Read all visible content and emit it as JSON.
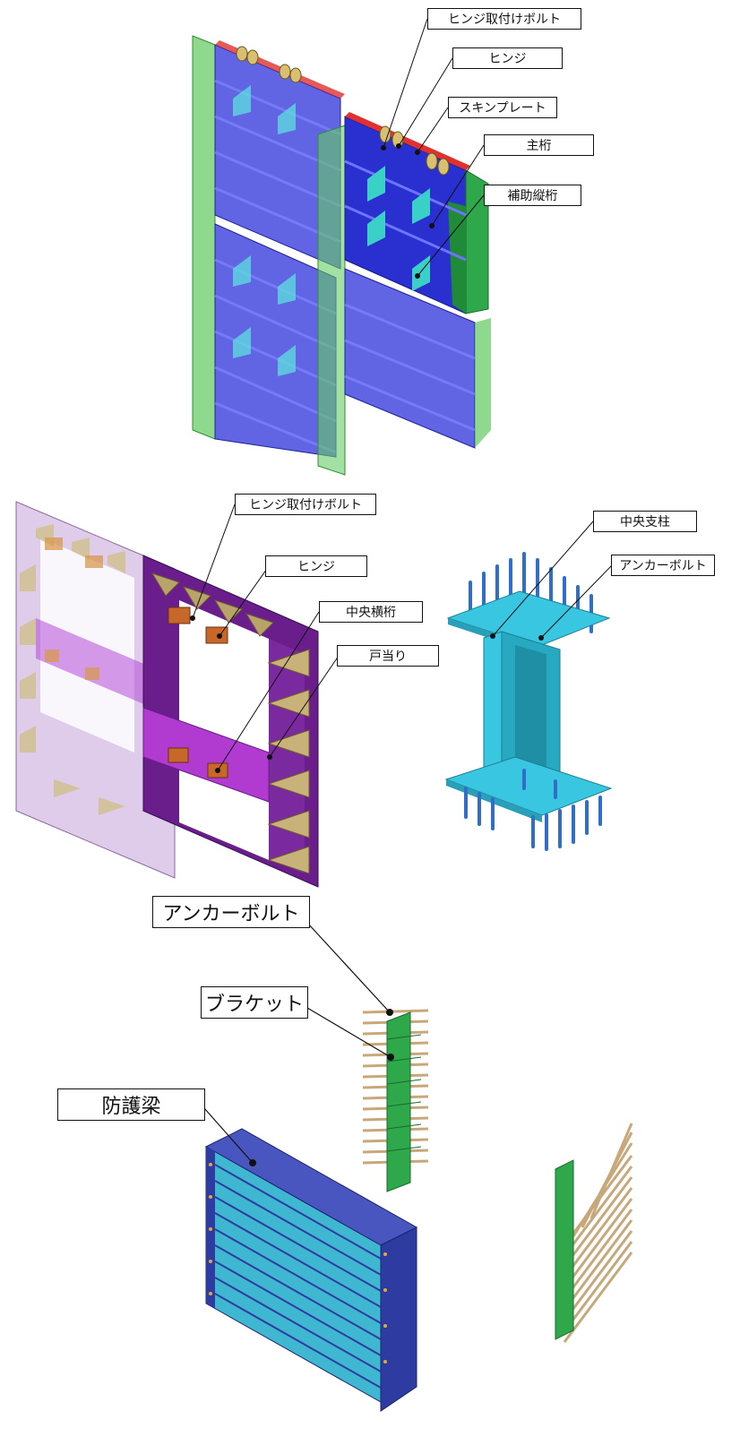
{
  "gate_view": {
    "callouts": {
      "hinge_bolt": "ヒンジ取付けボルト",
      "hinge": "ヒンジ",
      "skin_plate": "スキンプレート",
      "main_girder": "主桁",
      "aux_girder": "補助縦桁"
    }
  },
  "frame_view": {
    "callouts": {
      "hinge_bolt": "ヒンジ取付けボルト",
      "hinge": "ヒンジ",
      "center_beam": "中央横桁",
      "door_stop": "戸当り"
    }
  },
  "pillar_view": {
    "callouts": {
      "center_pillar": "中央支柱",
      "anchor_bolt": "アンカーボルト"
    }
  },
  "beam_view": {
    "callouts": {
      "anchor_bolt": "アンカーボルト",
      "bracket": "ブラケット",
      "guard_beam": "防護梁"
    }
  },
  "colors": {
    "gate_blue": "#2a2fd0",
    "gate_green": "#4dbf4d",
    "frame_purple": "#6a1e8c",
    "frame_lilac": "#c9a8dc",
    "hinge_orange": "#c8672a",
    "stop_tan": "#c9b27a",
    "pillar_cyan": "#39c6e0",
    "bolt_blue": "#2f6fc9",
    "beam_navy": "#2e3ba0",
    "bracket_green": "#2ea84a",
    "rod_tan": "#c8a87a"
  }
}
